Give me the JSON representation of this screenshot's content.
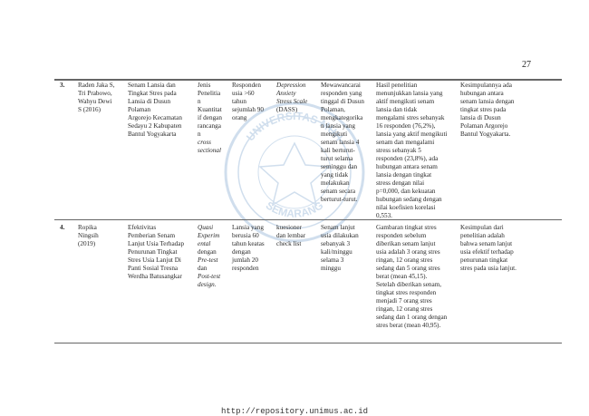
{
  "page_number": "27",
  "footer_url": "http://repository.unimus.ac.id",
  "watermark": {
    "top_text": "UNIVERSITAS MUH",
    "bottom_text": "SEMARANG",
    "color": "#2f6fb0",
    "icon": "university-seal-icon"
  },
  "rows": [
    {
      "number": "3.",
      "author": "Raden Jaka S,\nTri Prabowo,\nWahyu Dewi\nS (2016)",
      "title": "Senam Lansia dan\nTingkat Stres pada\nLansia di Dusun\nPolaman\nArgorejo Kecamatan\nSedayu 2 Kabupaten\nBantul Yogyakarta",
      "method_lines": [
        "Jenis",
        "Penelitia",
        "n",
        "Kuantitat",
        "if dengan",
        "rancanga",
        "n"
      ],
      "method_italic_lines": [
        "cross",
        "sectional"
      ],
      "sample": "Responden\nusia >60\ntahun\nsejumlah 90\norang",
      "instrument": "Depression\nAnxiety\nStress Scale",
      "instrument_suffix": "(DASS)",
      "analysis": "Mewawancarai\nresponden yang\ntinggal di Dusun\nPolaman,\nmengkategorika\nn lansia yang\nmengikuti\nsenam lansia 4\nkali berturut-\nturut selama\nseminggu dan\nyang tidak\nmelakukan\nsenam secara\nberturut-turut.",
      "result": "Hasil penelitian\nmenunjukkan lansia yang\naktif mengikuti senam\nlansia dan tidak\nmengalami stres sebanyak\n16 responden (76,2%),\nlansia yang aktif mengikuti\nsenam dan mengalami\nstress sebanyak 5\nresponden (23,8%), ada\nhubungan antara senam\nlansia dengan tingkat\nstress dengan nilai\np=0,000, dan kekuatan\nhubungan sedang dengan\nnilai koefisien korelasi\n0,553.",
      "conclusion": "Kesimpulannya ada\nhubungan antara\nsenam lansia dengan\ntingkat stres pada\nlansia di Dusun\nPolaman Argorejo\nBantul Yogyakarta."
    },
    {
      "number": "4.",
      "author": "Ropika\nNingsih\n(2019)",
      "title": "Efektivitas\nPemberian Senam\nLanjut Usia Terhadap\nPenurunan Tingkat\nStres Usia Lanjut Di\nPanti Sosial Tresna\nWerdha Batusangkar",
      "method_italic_1": "Quasi\nExperim\nental",
      "method_plain_1": "dengan",
      "method_italic_2": "Pre-test",
      "method_plain_2": "dan",
      "method_italic_3": "Post-test\ndesign.",
      "sample": "Lansia yang\nberusia 60\ntahun keatas\ndengan\njumlah 20\nresponden",
      "instrument": "kuesioner\ndan lembar\ncheck list",
      "analysis": "Senam lanjut\nusia dilakukan\nsebanyak 3\nkali/minggu\nselama 3\nminggu",
      "result": "Gambaran tingkat stres\nresponden sebelum\ndiberikan senam lanjut\nusia adalah 3 orang stres\nringan, 12 orang stres\nsedang dan 5 orang stres\nberat (mean 45,15).\nSetelah diberikan senam,\ntingkat stres responden\nmenjadi 7 orang stres\nringan, 12 orang stres\nsedang dan 1 orang dengan\nstres berat (mean 40,95).",
      "conclusion": "Kesimpulan dari\npenelitian adalah\nbahwa senam lanjut\nusia efektif terhadap\npenurunan tingkat\nstres pada usia lanjut."
    }
  ]
}
